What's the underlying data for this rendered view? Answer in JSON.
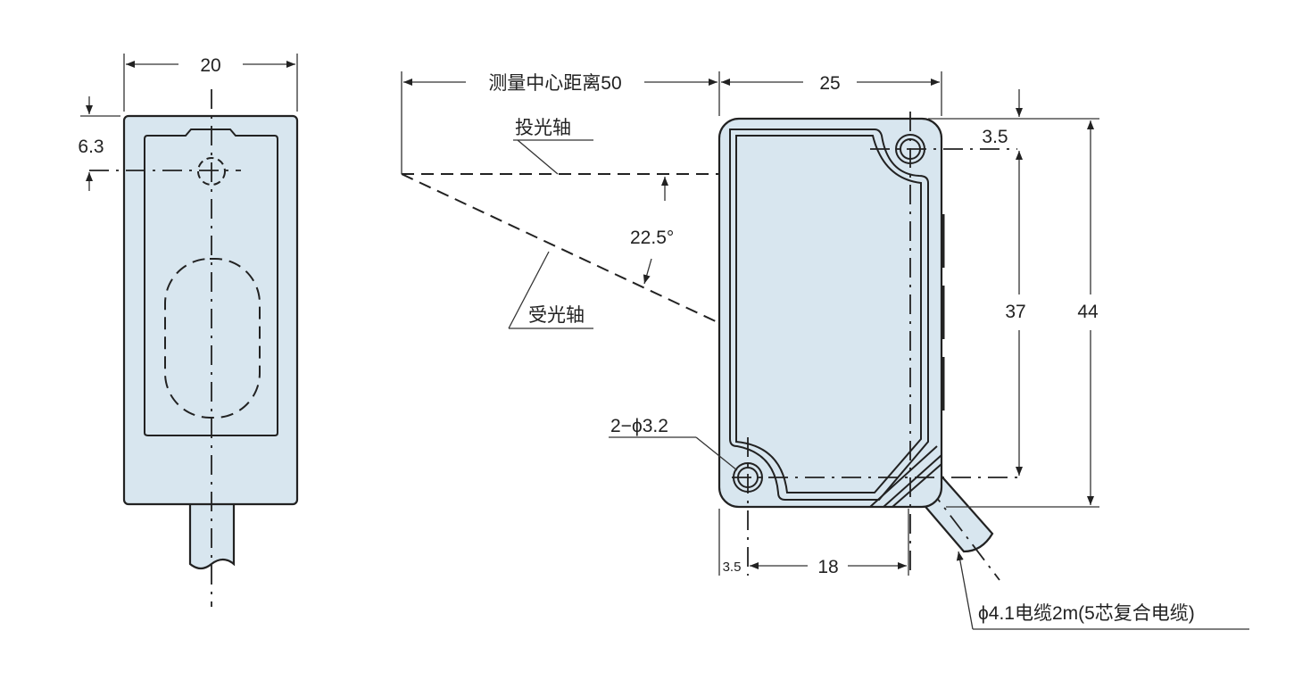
{
  "colors": {
    "body_fill": "#d8e6ef",
    "line": "#222222"
  },
  "front_view": {
    "width_dim": "20",
    "hole_offset_dim": "6.3"
  },
  "side_view": {
    "sensing_distance_label": "测量中心距离50",
    "width_dim": "25",
    "emitter_axis_label": "投光轴",
    "receiver_axis_label": "受光轴",
    "angle_label": "22.5°",
    "top_hole_offset_dim": "3.5",
    "hole_pitch_dim": "37",
    "height_dim": "44",
    "mounting_holes_label": "2−ϕ3.2",
    "bottom_hole_offset_dim": "3.5",
    "hole_spacing_dim": "18",
    "cable_label": "ϕ4.1电缆2m(5芯复合电缆)"
  }
}
